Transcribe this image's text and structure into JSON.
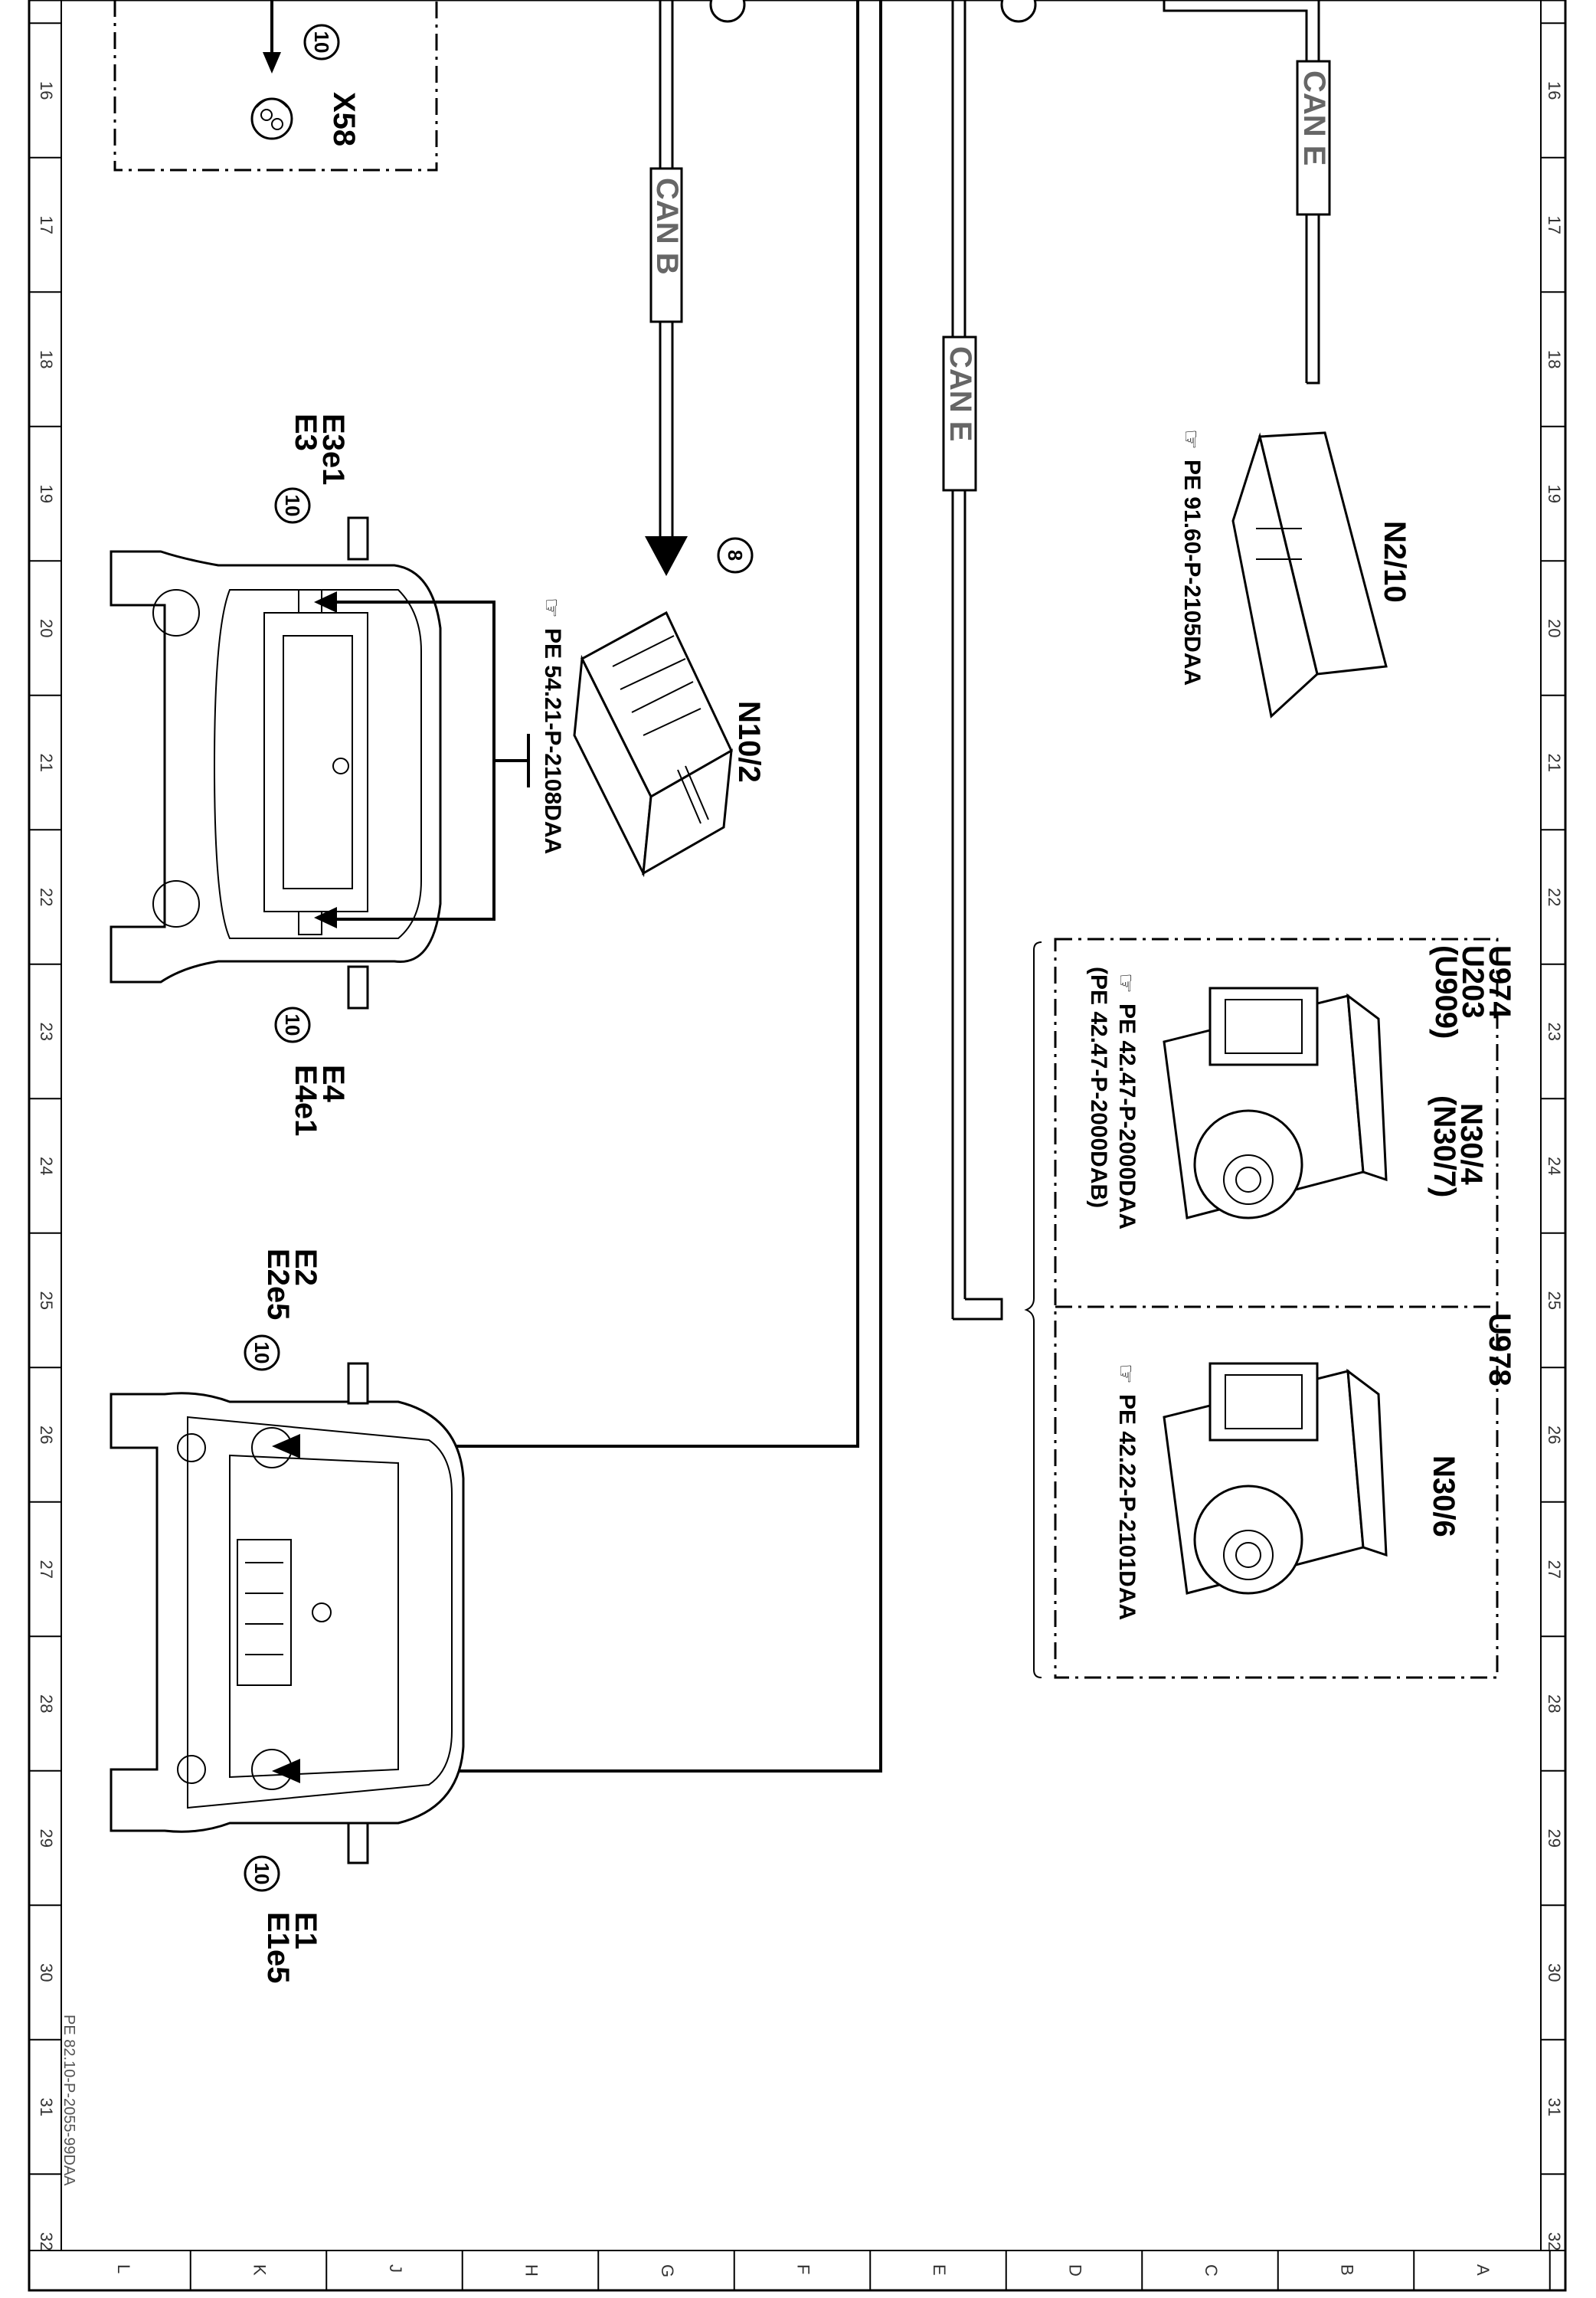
{
  "frame": {
    "row_numbers": [
      "16",
      "17",
      "18",
      "19",
      "20",
      "21",
      "22",
      "23",
      "24",
      "25",
      "26",
      "27",
      "28",
      "29",
      "30",
      "31",
      "32"
    ],
    "column_letters": [
      "L",
      "K",
      "J",
      "H",
      "G",
      "F",
      "E",
      "D",
      "C",
      "B",
      "A"
    ]
  },
  "footer": {
    "doc_ref": "PE 82.10-P-2055-99DAA"
  },
  "components": {
    "x58": {
      "label": "X58",
      "circle": "10"
    },
    "e3": {
      "line1": "E3",
      "line2": "E3e1",
      "circle": "10"
    },
    "e4": {
      "line1": "E4",
      "line2": "E4e1",
      "circle": "10"
    },
    "e2": {
      "line1": "E2",
      "line2": "E2e5",
      "circle": "10"
    },
    "e1": {
      "line1": "E1",
      "line2": "E1e5",
      "circle": "10"
    },
    "n10_2": {
      "label": "N10/2",
      "circle": "8",
      "ref": "PE 54.21-P-2108DAA"
    },
    "n2_10": {
      "label": "N2/10",
      "ref": "PE 91.60-P-2105DAA"
    },
    "n30_4": {
      "label": "N30/4",
      "alt_label": "(N30/7)",
      "codes": [
        "U974",
        "U203",
        "(U909)"
      ],
      "refs": [
        "PE 42.47-P-2000DAA",
        "(PE 42.47-P-2000DAB)"
      ]
    },
    "n30_6": {
      "label": "N30/6",
      "code": "U978",
      "ref": "PE 42.22-P-2101DAA"
    }
  },
  "buses": {
    "can_b": "CAN B",
    "can_e_upper": "CAN E",
    "can_e_lower": "CAN E"
  },
  "icons": [
    "hand-pointer-icon",
    "connector-icon",
    "vehicle-front-icon",
    "control-unit-icon",
    "esp-unit-icon"
  ]
}
